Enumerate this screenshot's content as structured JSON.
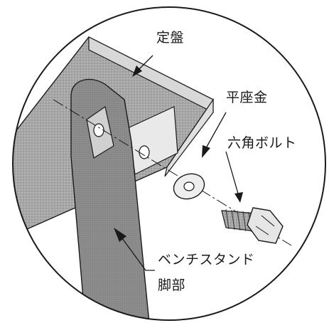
{
  "labels": {
    "surface_plate": "定盤",
    "flat_washer": "平座金",
    "hex_bolt": "六角ボルト",
    "bench_stand": "ベンチスタンド",
    "leg": "脚部"
  },
  "colors": {
    "ink": "#1a1a1a",
    "plate_fill": "#b4b4b4",
    "leg_fill": "#9a9a9a",
    "bolt_fill": "#c8c8c8",
    "background": "#ffffff"
  }
}
